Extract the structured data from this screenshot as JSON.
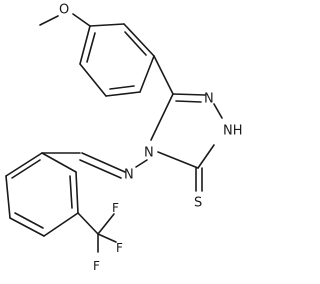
{
  "atoms": {
    "o": "O",
    "n_triazole_1": "N",
    "nh": "NH",
    "n_ring_4": "N",
    "n_imine": "N",
    "s": "S",
    "f1": "F",
    "f2": "F",
    "f3": "F"
  },
  "colors": {
    "ink": "#1a1a1a",
    "background": "#ffffff"
  }
}
